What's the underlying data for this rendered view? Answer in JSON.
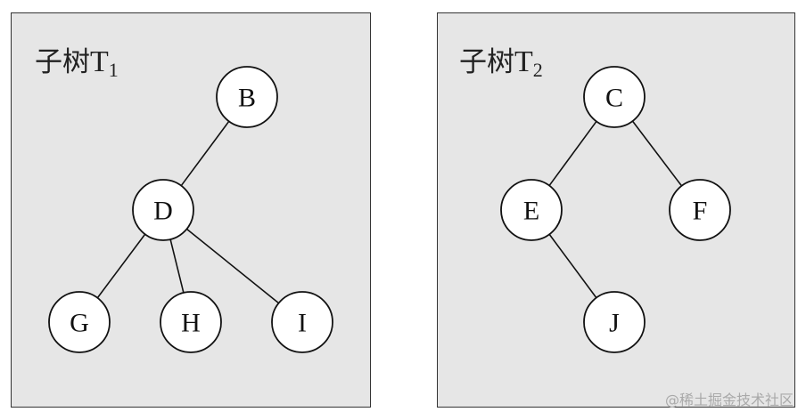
{
  "panels": [
    {
      "id": "t1",
      "title_base": "子树",
      "title_letter": "T",
      "title_sub": "1",
      "background": "#e6e6e6",
      "nodes": [
        {
          "id": "B",
          "label": "B"
        },
        {
          "id": "D",
          "label": "D"
        },
        {
          "id": "G",
          "label": "G"
        },
        {
          "id": "H",
          "label": "H"
        },
        {
          "id": "I",
          "label": "I"
        }
      ],
      "edges": [
        [
          "B",
          "D"
        ],
        [
          "D",
          "G"
        ],
        [
          "D",
          "H"
        ],
        [
          "D",
          "I"
        ]
      ]
    },
    {
      "id": "t2",
      "title_base": "子树",
      "title_letter": "T",
      "title_sub": "2",
      "background": "#e6e6e6",
      "nodes": [
        {
          "id": "C",
          "label": "C"
        },
        {
          "id": "E",
          "label": "E"
        },
        {
          "id": "F",
          "label": "F"
        },
        {
          "id": "J",
          "label": "J"
        }
      ],
      "edges": [
        [
          "C",
          "E"
        ],
        [
          "C",
          "F"
        ],
        [
          "E",
          "J"
        ]
      ]
    }
  ],
  "watermark": "@稀土掘金技术社区"
}
